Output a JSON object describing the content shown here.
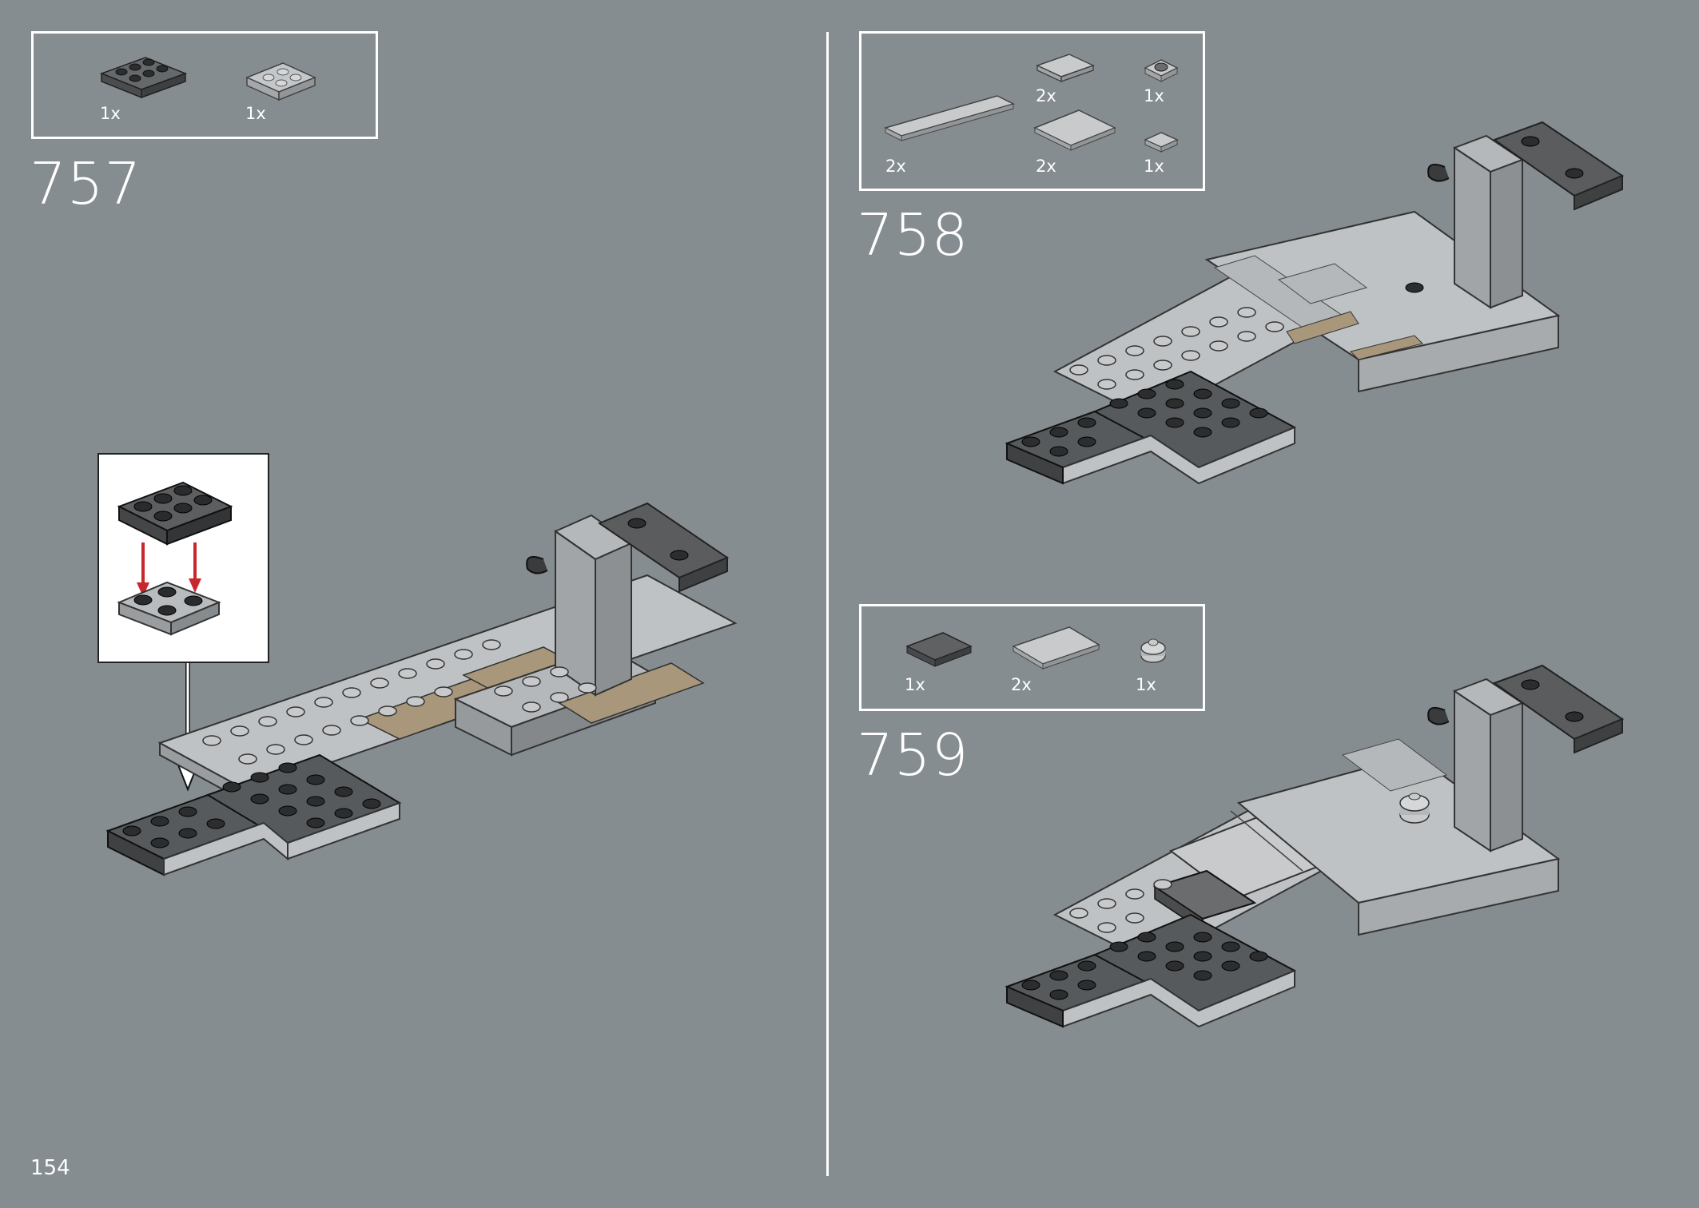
{
  "page_number": "154",
  "steps": [
    {
      "number": "757",
      "parts": [
        {
          "qty": "1x",
          "name": "dark-gray-plate-2x3"
        },
        {
          "qty": "1x",
          "name": "light-gray-plate-2x2"
        }
      ]
    },
    {
      "number": "758",
      "parts": [
        {
          "qty": "2x",
          "name": "light-gray-tile-1x2"
        },
        {
          "qty": "1x",
          "name": "round-plate-1x1"
        },
        {
          "qty": "2x",
          "name": "light-gray-tile-1x8"
        },
        {
          "qty": "2x",
          "name": "light-gray-tile-2x4"
        },
        {
          "qty": "1x",
          "name": "tile-1x1"
        }
      ]
    },
    {
      "number": "759",
      "parts": [
        {
          "qty": "1x",
          "name": "dark-gray-tile-2x2"
        },
        {
          "qty": "2x",
          "name": "light-gray-tile-2x4"
        },
        {
          "qty": "1x",
          "name": "round-brick-1x1"
        }
      ]
    }
  ],
  "colors": {
    "background": "#868d90",
    "dark_gray": "#5a5c5e",
    "light_gray": "#b9bcbe",
    "tan": "#a8977a",
    "arrow_red": "#c8282d"
  }
}
